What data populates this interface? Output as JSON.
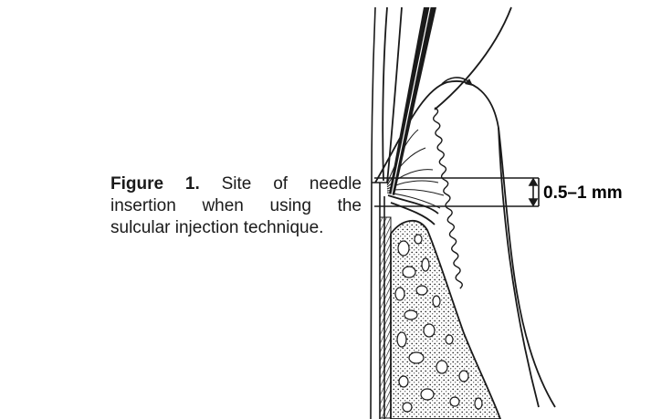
{
  "caption": {
    "label": "Figure 1.",
    "text": " Site of needle insertion when using the sulcular injection technique."
  },
  "diagram": {
    "measurement_label": "0.5–1 mm"
  },
  "colors": {
    "ink": "#1a1a1a",
    "background": "#ffffff"
  }
}
